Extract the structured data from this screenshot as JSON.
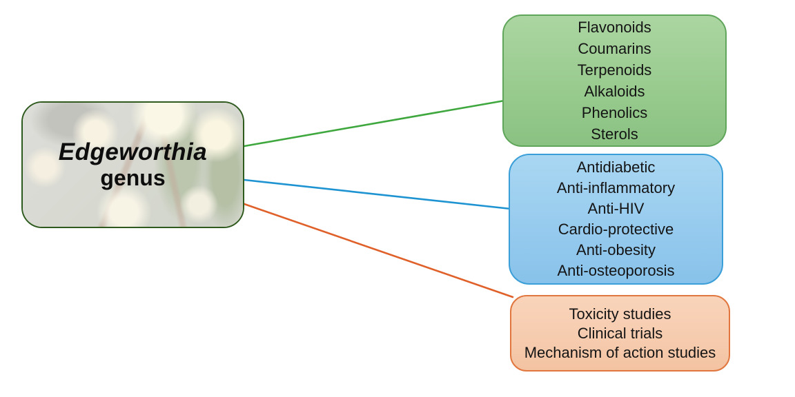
{
  "diagram": {
    "source": {
      "name_italic": "Edgeworthia",
      "name_rest": "genus",
      "border_color": "#2e5a1e"
    },
    "categories": {
      "phytochemicals": {
        "fill": "#9ccb92",
        "border_color": "#5fa55a",
        "line_color": "#3ea73e",
        "items": [
          "Flavonoids",
          "Coumarins",
          "Terpenoids",
          "Alkaloids",
          "Phenolics",
          "Sterols"
        ]
      },
      "bioactivities": {
        "fill": "#9bcdef",
        "border_color": "#3a9ed8",
        "line_color": "#1e93d1",
        "items": [
          "Antidiabetic",
          "Anti-inflammatory",
          "Anti-HIV",
          "Cardio-protective",
          "Anti-obesity",
          "Anti-osteoporosis"
        ]
      },
      "research_studies": {
        "fill": "#f6cbae",
        "border_color": "#e1773f",
        "line_color": "#e0602a",
        "items": [
          "Toxicity studies",
          "Clinical trials",
          "Mechanism of action studies"
        ]
      }
    }
  }
}
